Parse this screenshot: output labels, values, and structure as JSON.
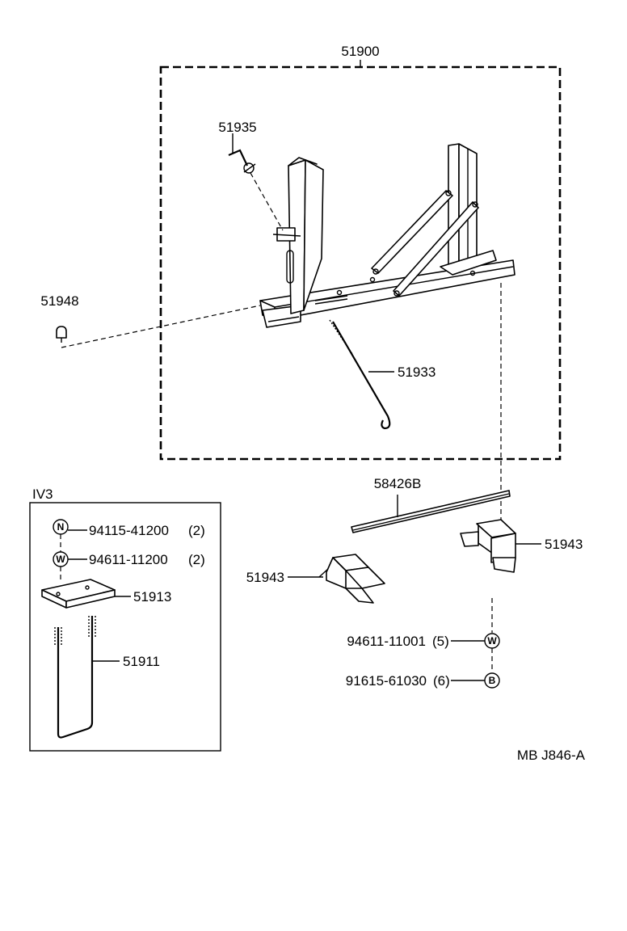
{
  "labels": {
    "assembly": "51900",
    "lock_pin": "51935",
    "plug": "51948",
    "hook_rod": "51933",
    "rail": "58426B",
    "bracket_right": "51943",
    "bracket_left": "51943",
    "washer_right": "94611-11001",
    "washer_right_qty": "(5)",
    "bolt_right": "91615-61030",
    "bolt_right_qty": "(6)",
    "inset_title": "IV3",
    "nut": "94115-41200",
    "nut_qty": "(2)",
    "washer_inset": "94611-11200",
    "washer_inset_qty": "(2)",
    "plate": "51913",
    "u_bolt": "51911",
    "drawing_code": "MB J846-A"
  },
  "symbols": {
    "nut": "N",
    "washer": "W",
    "bolt": "B"
  }
}
